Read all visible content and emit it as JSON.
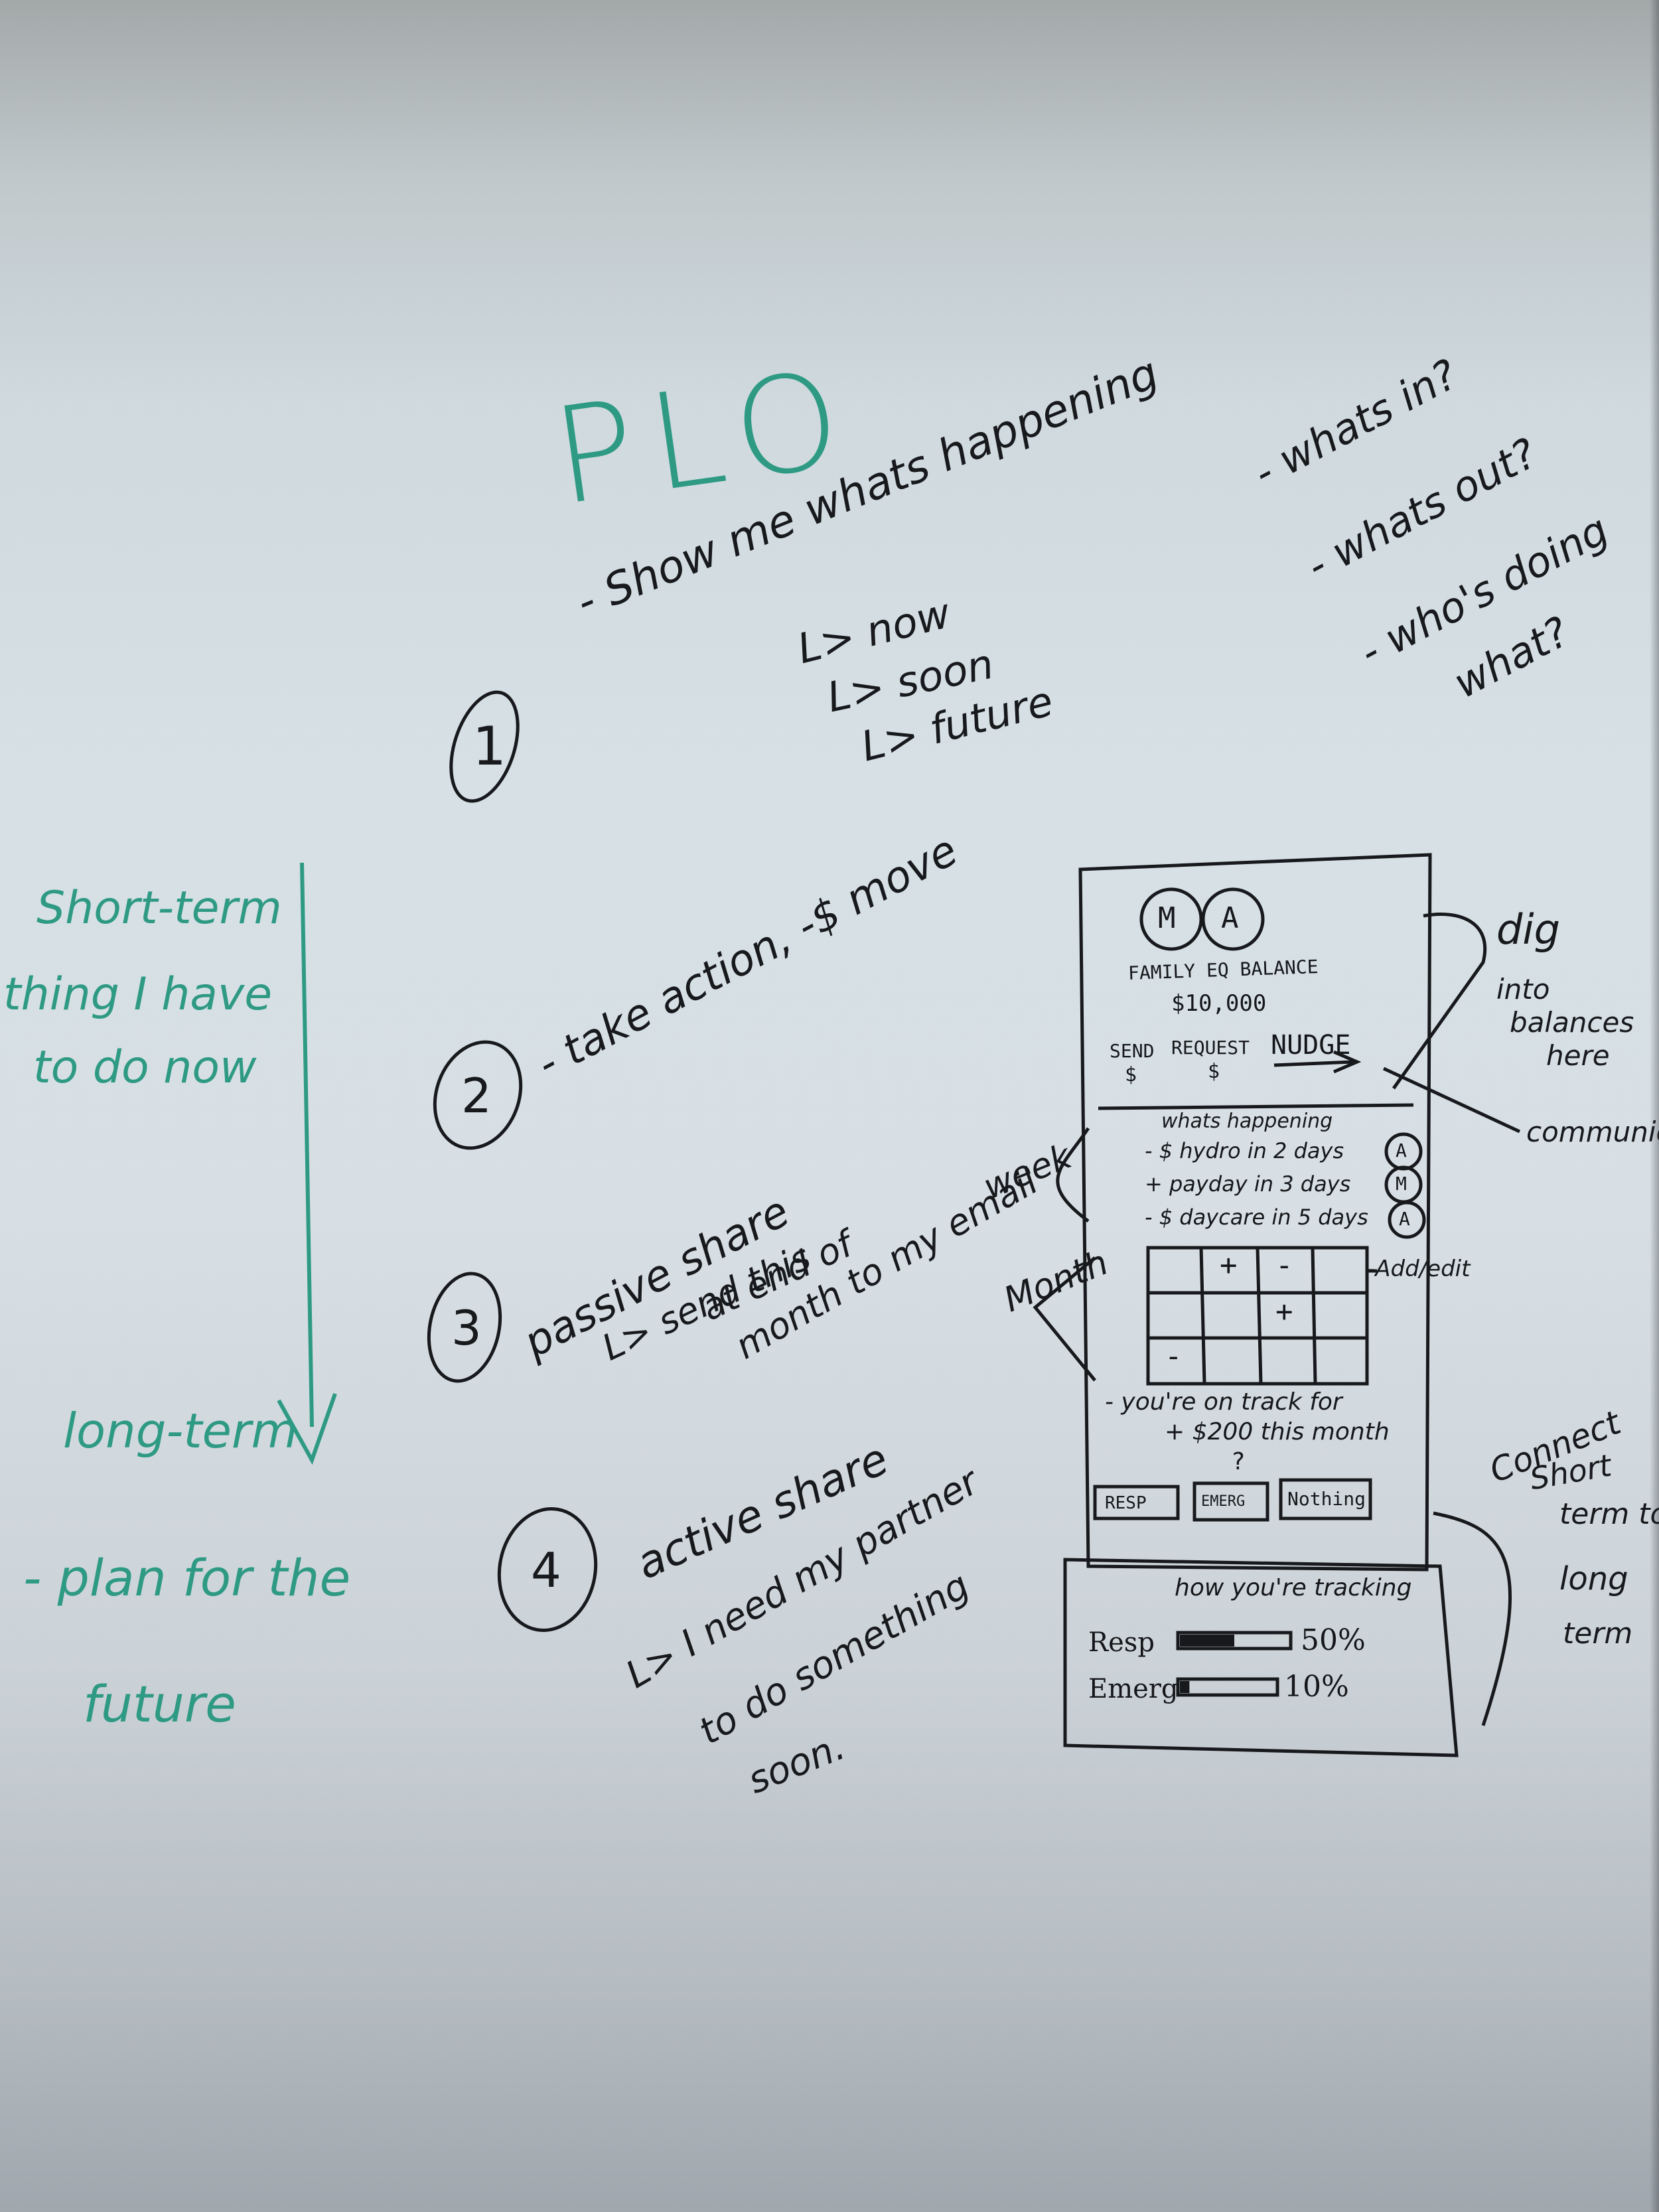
{
  "title": "PLO",
  "items": [
    {
      "number": "1",
      "text": "- Show me whats happening",
      "sub": [
        "L> now",
        "L> soon",
        "L> future"
      ]
    },
    {
      "number": "2",
      "text": "- take action, -$ move"
    },
    {
      "number": "3",
      "text": "passive share",
      "sub": [
        "L> send this",
        "at end of",
        "month to my email"
      ]
    },
    {
      "number": "4",
      "text": "active share",
      "sub": [
        "L> I need my partner",
        "to do something",
        "soon."
      ]
    }
  ],
  "questions": [
    "- whats in?",
    "- whats out?",
    "- who's doing",
    "what?"
  ],
  "left_notes": {
    "short": [
      "Short-term",
      "thing I have",
      "to do now"
    ],
    "long": "long-term",
    "plan": [
      "- plan for the",
      "future"
    ]
  },
  "phone": {
    "avatars": [
      "M",
      "A"
    ],
    "balance_label": "FAMILY EQ BALANCE",
    "balance_value": "$10,000",
    "actions": [
      {
        "label": "SEND",
        "sub": "$"
      },
      {
        "label": "REQUEST",
        "sub": "$"
      },
      {
        "label": "NUDGE",
        "sub": "→"
      }
    ],
    "happening_title": "whats happening",
    "events": [
      {
        "text": "- $ hydro in 2 days",
        "who": "A"
      },
      {
        "text": "+ payday in 3 days",
        "who": "M"
      },
      {
        "text": "- $ daycare in 5 days",
        "who": "A"
      }
    ],
    "calendar_marks": [
      {
        "row": 0,
        "col": 1,
        "mark": "+"
      },
      {
        "row": 0,
        "col": 2,
        "mark": "-"
      },
      {
        "row": 1,
        "col": 2,
        "mark": "+"
      },
      {
        "row": 2,
        "col": 0,
        "mark": "-"
      }
    ],
    "on_track": [
      "- you're on track for",
      "+ $200 this month"
    ],
    "question_mark": "?",
    "buttons": [
      "RESP",
      "EMERG",
      "Nothing"
    ],
    "tracking_title": "how you're tracking",
    "tracking": [
      {
        "label": "Resp",
        "percent": 50,
        "display": "50%"
      },
      {
        "label": "Emerg",
        "percent": 10,
        "display": "10%"
      }
    ]
  },
  "annotations": {
    "week": "week",
    "month": "Month",
    "add_edit": "-Add/edit",
    "dig": [
      "dig",
      "into",
      "balances",
      "here"
    ],
    "communicate": "communicate",
    "connect": [
      "Connect",
      "Short",
      "term to",
      "long",
      "term"
    ]
  },
  "colors": {
    "ink": "#17191c",
    "teal_marker": "#2f9a84",
    "board": "#d6e0e5"
  }
}
